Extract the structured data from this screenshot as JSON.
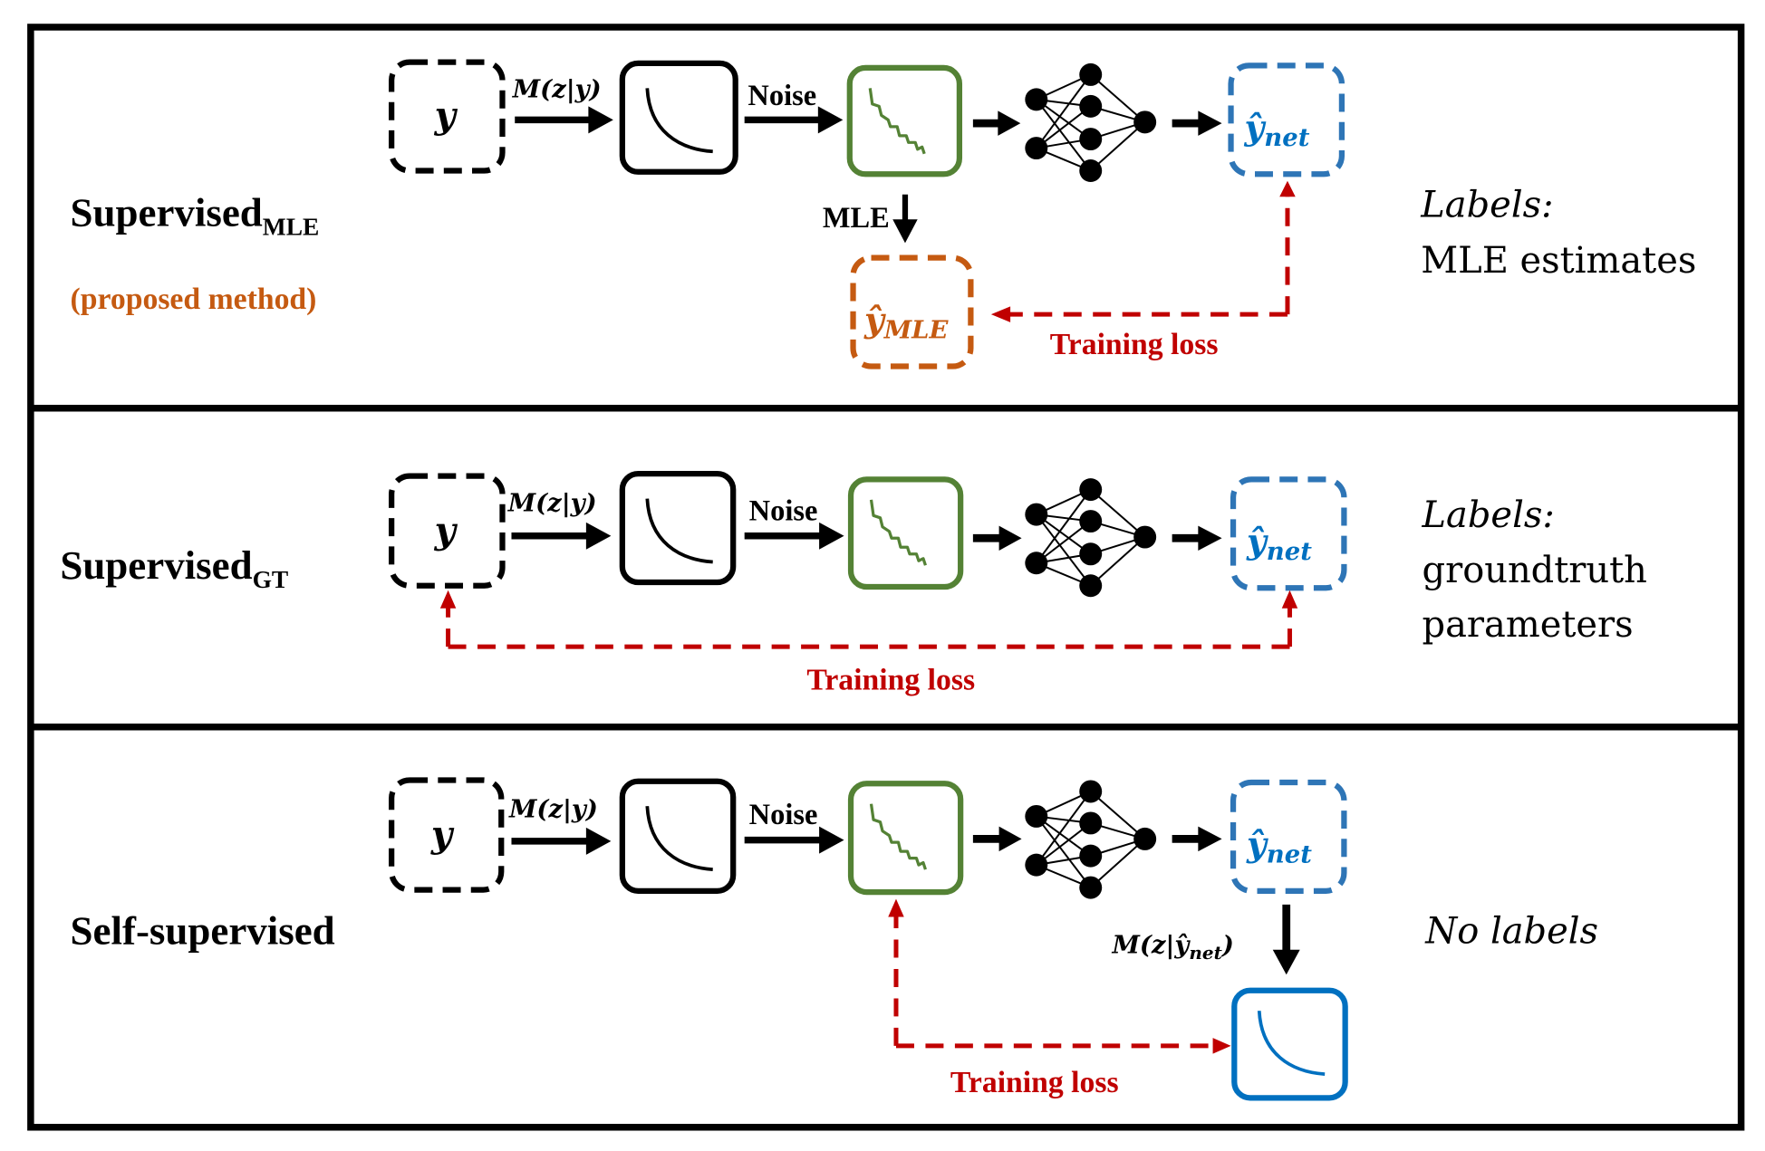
{
  "colors": {
    "black": "#000000",
    "green": "#548235",
    "blue_box": "#2e75b6",
    "blue_text": "#0070c0",
    "orange": "#c55a11",
    "red": "#c00000"
  },
  "icons": {
    "decay_curve": "decay-curve-icon",
    "noisy_curve": "noisy-curve-icon",
    "neural_net": "neural-network-icon"
  },
  "panels": [
    {
      "title": "Supervised",
      "title_sub": "MLE",
      "note": "(proposed method)",
      "param_label": "y",
      "forward_label": "M(z|y)",
      "noise_label": "Noise",
      "output_label": "ŷ",
      "output_sub": "net",
      "mle_arrow_label": "MLE",
      "mle_label": "ŷ",
      "mle_sub": "MLE",
      "loss_label": "Training loss",
      "side_heading": "Labels:",
      "side_lines": [
        "MLE estimates"
      ]
    },
    {
      "title": "Supervised",
      "title_sub": "GT",
      "param_label": "y",
      "forward_label": "M(z|y)",
      "noise_label": "Noise",
      "output_label": "ŷ",
      "output_sub": "net",
      "loss_label": "Training loss",
      "side_heading": "Labels:",
      "side_lines": [
        "groundtruth",
        "parameters"
      ]
    },
    {
      "title": "Self-supervised",
      "param_label": "y",
      "forward_label": "M(z|y)",
      "noise_label": "Noise",
      "output_label": "ŷ",
      "output_sub": "net",
      "reforward_label": "M(z|ŷ",
      "reforward_sub": "net",
      "reforward_close": ")",
      "loss_label": "Training loss",
      "side_heading": "No labels"
    }
  ]
}
